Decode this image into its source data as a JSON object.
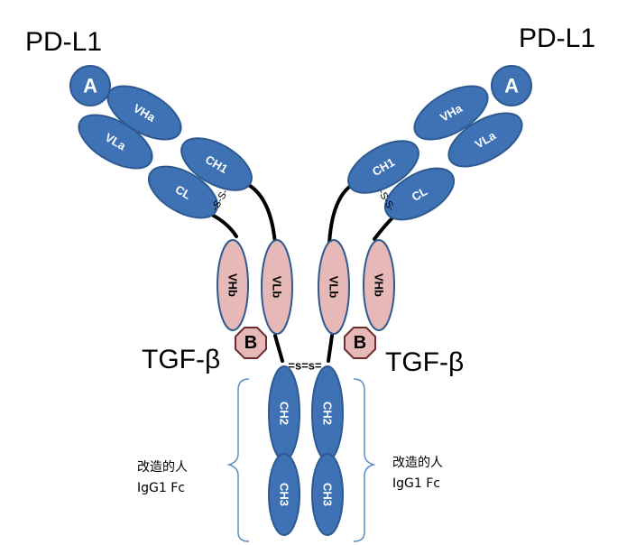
{
  "labels": {
    "target_a": "PD-L1",
    "target_b": "TGF-β",
    "fc_line1": "改造的人",
    "fc_line2": "IgG1 Fc"
  },
  "badges": {
    "a": "A",
    "b": "B"
  },
  "domains": {
    "vha": "VHa",
    "vla": "VLa",
    "ch1": "CH1",
    "cl": "CL",
    "vhb": "VHb",
    "vlb": "VLb",
    "ch2": "CH2",
    "ch3": "CH3"
  },
  "bonds": {
    "disulfide": "-S-S-",
    "hinge": "=s=s="
  },
  "colors": {
    "heavy_light_domain": "#3f72b5",
    "anti_tgf_domain": "#e6b8b7",
    "bracket": "#5b8cc7"
  }
}
